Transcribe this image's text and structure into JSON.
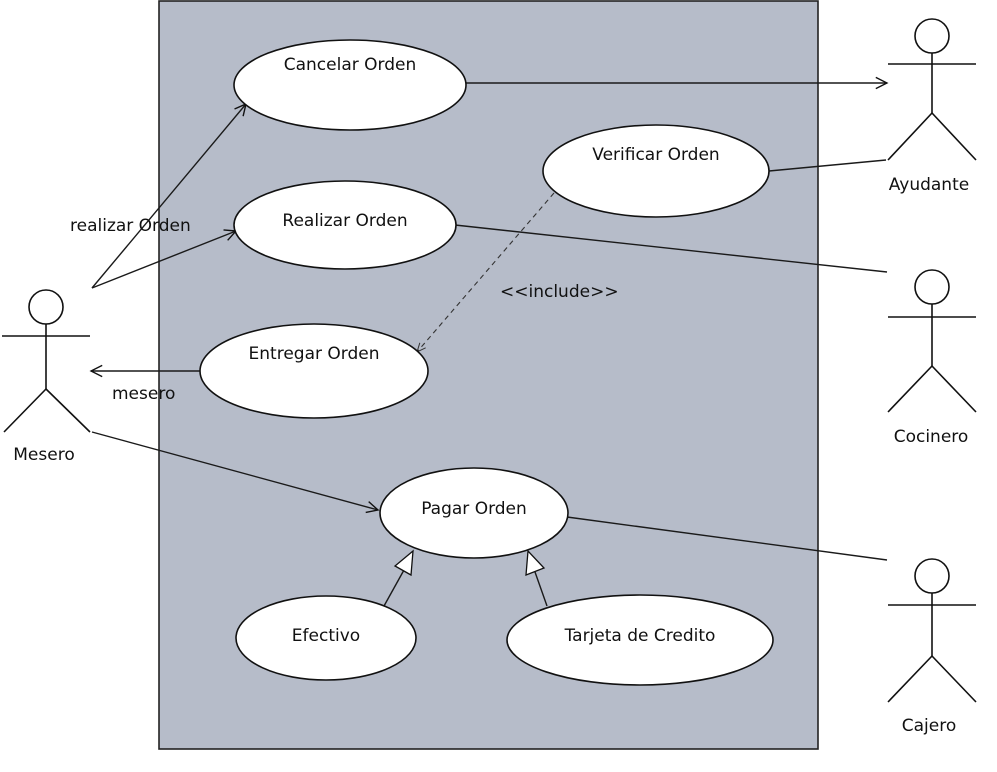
{
  "colors": {
    "system_boundary_fill": "#b6bcc9",
    "system_boundary_stroke": "#222222",
    "ellipse_fill": "#ffffff",
    "line": "#1a1a1a"
  },
  "actors": {
    "mesero": "Mesero",
    "ayudante": "Ayudante",
    "cocinero": "Cocinero",
    "cajero": "Cajero"
  },
  "use_cases": {
    "cancelar_orden": "Cancelar Orden",
    "realizar_orden": "Realizar Orden",
    "verificar_orden": "Verificar Orden",
    "entregar_orden": "Entregar Orden",
    "pagar_orden": "Pagar Orden",
    "efectivo": "Efectivo",
    "tarjeta_de_credito": "Tarjeta de Credito"
  },
  "labels": {
    "realizar_orden_edge": "realizar Orden",
    "mesero_edge": "mesero",
    "include": "<<include>>"
  }
}
